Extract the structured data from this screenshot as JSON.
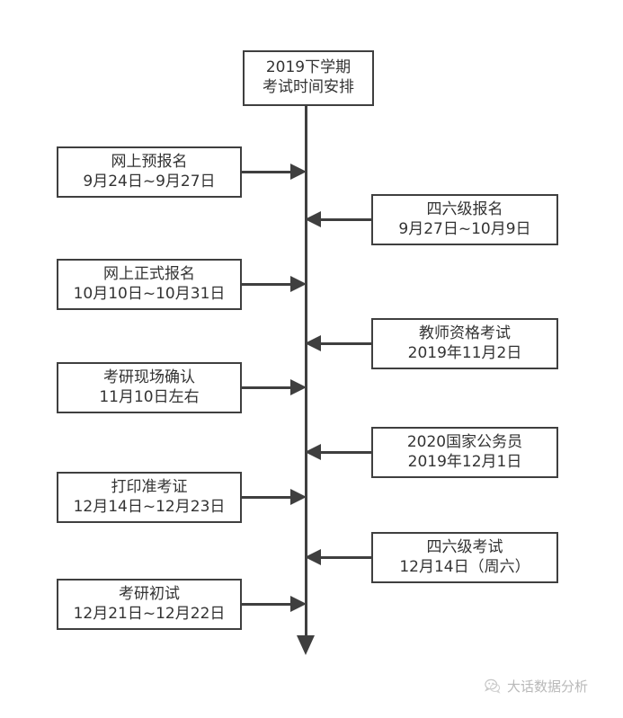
{
  "diagram": {
    "title_node": {
      "line1": "2019下学期",
      "line2": "考试时间安排"
    },
    "left_events": [
      {
        "line1": "网上预报名",
        "line2": "9月24日~9月27日"
      },
      {
        "line1": "网上正式报名",
        "line2": "10月10日~10月31日"
      },
      {
        "line1": "考研现场确认",
        "line2": "11月10日左右"
      },
      {
        "line1": "打印准考证",
        "line2": "12月14日~12月23日"
      },
      {
        "line1": "考研初试",
        "line2": "12月21日~12月22日"
      }
    ],
    "right_events": [
      {
        "line1": "四六级报名",
        "line2": "9月27日~10月9日"
      },
      {
        "line1": "教师资格考试",
        "line2": "2019年11月2日"
      },
      {
        "line1": "2020国家公务员",
        "line2": "2019年12月1日"
      },
      {
        "line1": "四六级考试",
        "line2": "12月14日（周六）"
      }
    ],
    "axis": {
      "icon": "down-arrow-icon",
      "direction": "downward"
    },
    "connector_icons": {
      "to_axis": "arrow-right-icon",
      "from_right": "arrow-left-icon"
    }
  },
  "watermark": {
    "text": "大话数据分析",
    "icon": "wechat-logo-icon",
    "color": "#b9b9b9"
  },
  "theme": {
    "stroke": "#3f3f3f",
    "text": "#333333",
    "background": "#ffffff"
  }
}
